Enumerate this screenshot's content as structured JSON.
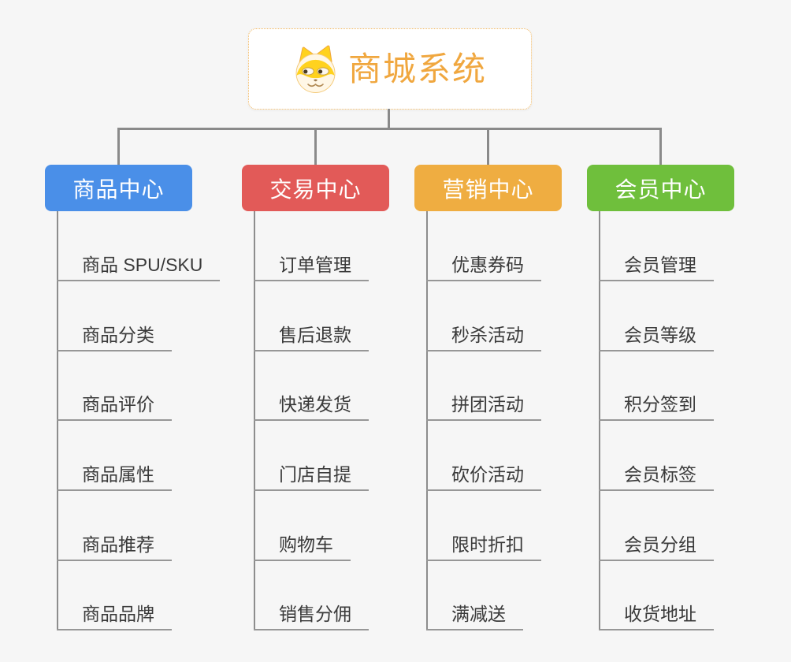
{
  "root": {
    "title": "商城系统",
    "title_color": "#F0A73F",
    "border_color": "#F2B963",
    "icon": "dog-face-icon"
  },
  "connector_color": "#8A8A8A",
  "canvas_bg": "#F6F6F6",
  "branches": [
    {
      "id": "product-center",
      "label": "商品中心",
      "color": "#4A8FE8",
      "children": [
        "商品 SPU/SKU",
        "商品分类",
        "商品评价",
        "商品属性",
        "商品推荐",
        "商品品牌"
      ]
    },
    {
      "id": "trade-center",
      "label": "交易中心",
      "color": "#E25A58",
      "children": [
        "订单管理",
        "售后退款",
        "快递发货",
        "门店自提",
        "购物车",
        "销售分佣"
      ]
    },
    {
      "id": "marketing-center",
      "label": "营销中心",
      "color": "#EFAD41",
      "children": [
        "优惠券码",
        "秒杀活动",
        "拼团活动",
        "砍价活动",
        "限时折扣",
        "满减送"
      ]
    },
    {
      "id": "member-center",
      "label": "会员中心",
      "color": "#6FBF3C",
      "children": [
        "会员管理",
        "会员等级",
        "积分签到",
        "会员标签",
        "会员分组",
        "收货地址"
      ]
    }
  ]
}
